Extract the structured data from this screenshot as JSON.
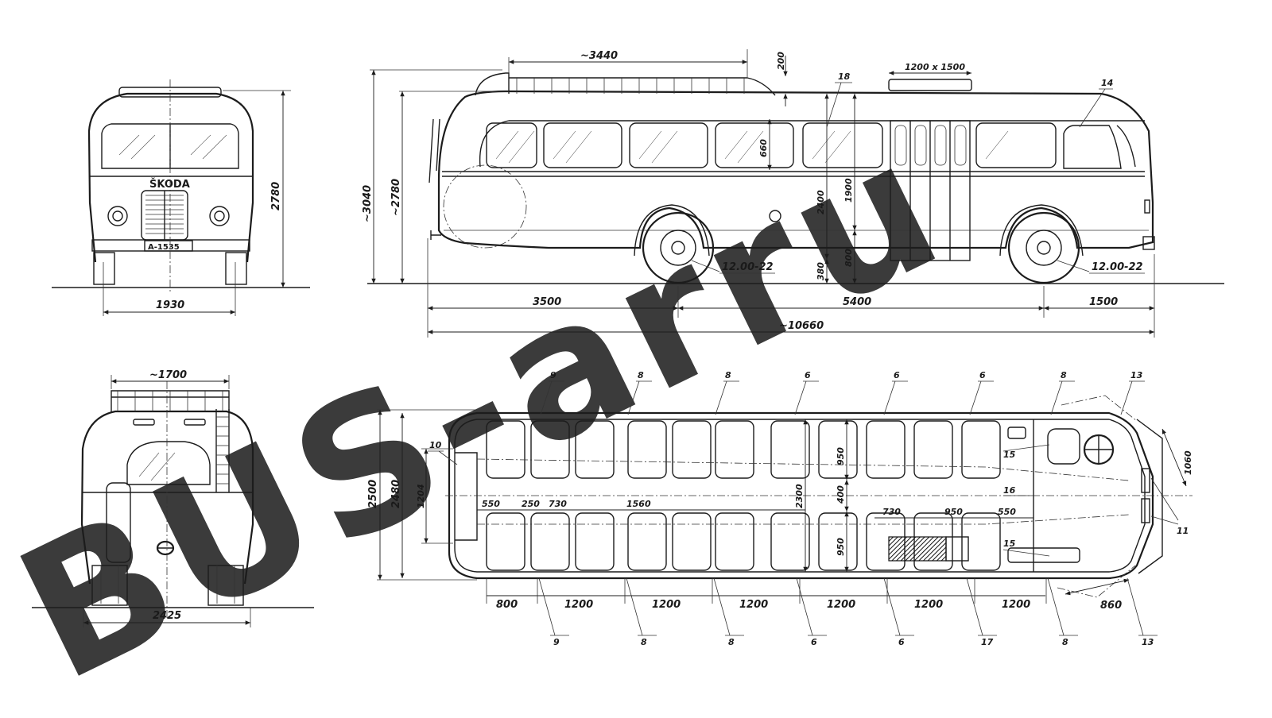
{
  "watermark": {
    "text": "BUS-arru",
    "color": "#c8c8c8"
  },
  "front_view": {
    "brand": "ŠKODA",
    "plate": "A-1535",
    "width_dim": "1930",
    "height_dim": "2780"
  },
  "rear_view": {
    "roof_rack_dim": "~1700",
    "width_dim": "2425"
  },
  "side_view": {
    "rack_length": "~3440",
    "rack_height": "200",
    "hatch_dim": "1200 x 1500",
    "total_height": "~3040",
    "body_height": "~2780",
    "window_height": "660",
    "interior_height": "2400",
    "door_height": "1900",
    "floor_height": "380",
    "step_height": "800",
    "front_overhang": "3500",
    "wheelbase": "5400",
    "rear_overhang": "1500",
    "total_length": "~10660",
    "tire_front": "12.00-22",
    "tire_rear": "12.00-22",
    "callout_18": "18",
    "callout_14": "14"
  },
  "plan_view": {
    "overall_width": "2500",
    "body_width": "2480",
    "rear_seat_width": "1204",
    "aisle_width": "2300",
    "seat_depth_top": "950",
    "aisle_gap": "400",
    "seat_depth_bottom": "950",
    "seg_550": "550",
    "seg_250": "250",
    "seg_730": "730",
    "seg_1560": "1560",
    "seg_730b": "730",
    "seg_950": "950",
    "seg_550b": "550",
    "front_dim": "1060",
    "front_angle": "860",
    "pitch_800": "800",
    "pitch_labels": [
      "1200",
      "1200",
      "1200",
      "1200",
      "1200",
      "1200"
    ],
    "top_callouts": [
      "9",
      "8",
      "8",
      "6",
      "6",
      "6",
      "8",
      "13"
    ],
    "bottom_callouts": [
      "9",
      "8",
      "8",
      "6",
      "6",
      "17",
      "8",
      "13"
    ],
    "callout_10": "10",
    "callout_15a": "15",
    "callout_16": "16",
    "callout_15b": "15",
    "callout_11": "11"
  }
}
